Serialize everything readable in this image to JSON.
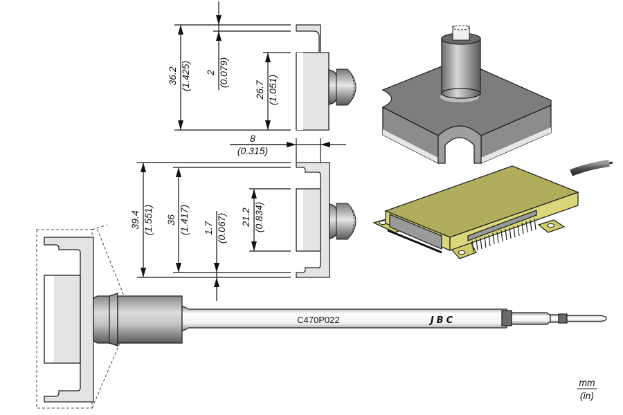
{
  "title": "C470P022 soldering tip drawing",
  "tip": {
    "part_number": "C470P022",
    "brand": "JBC"
  },
  "units": {
    "primary": "mm",
    "secondary": "(in)"
  },
  "dimensions": {
    "top_view": {
      "overall_height": {
        "mm": "36.2",
        "in": "(1.425)"
      },
      "flange": {
        "mm": "2",
        "in": "(0.079)"
      },
      "inner_height": {
        "mm": "26.7",
        "in": "(1.051)"
      }
    },
    "depth": {
      "mm": "8",
      "in": "(0.315)"
    },
    "bottom_view": {
      "overall_height": {
        "mm": "39.4",
        "in": "(1.551)"
      },
      "inner_span": {
        "mm": "36",
        "in": "(1.417)"
      },
      "lip": {
        "mm": "1.7",
        "in": "(0.067)"
      },
      "inner_height": {
        "mm": "21.2",
        "in": "(0.834)"
      }
    }
  },
  "colors": {
    "part_fill": "#e4e4e4",
    "block_gray": "#8a8a8a",
    "component_yellow": "#d9d77a",
    "component_top": "#b0ad5c"
  }
}
